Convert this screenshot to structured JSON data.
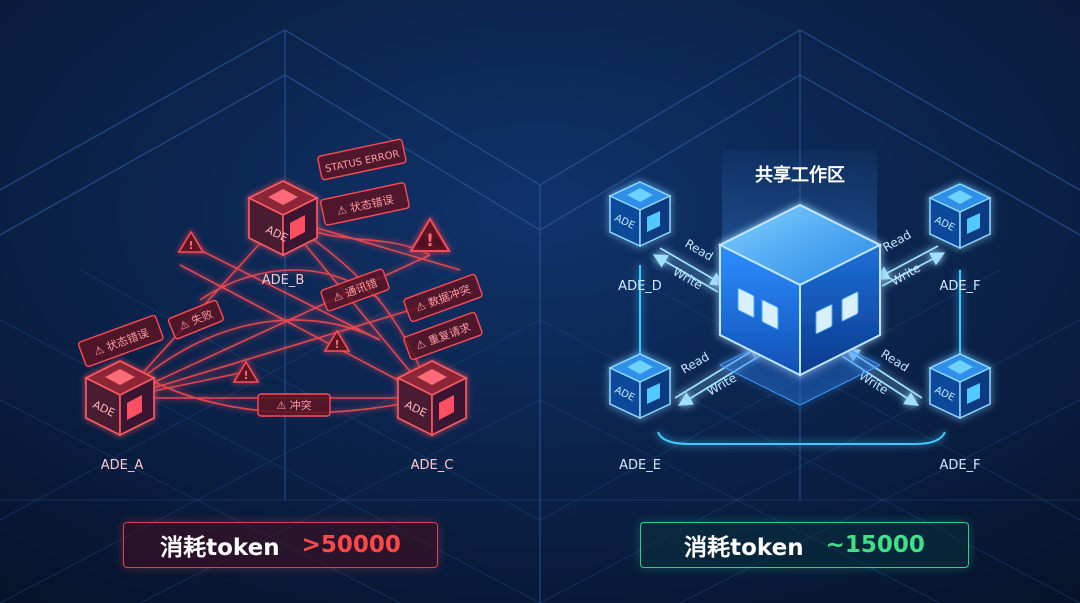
{
  "colors": {
    "background": "#081a3a",
    "conflict_red": "#ff4a52",
    "shared_blue": "#3fb8ff",
    "token_red": "#ff4a4a",
    "token_green": "#3fe08a"
  },
  "left_panel": {
    "nodes": [
      {
        "id": "a",
        "cube_text": "ADE",
        "label": "ADE_A"
      },
      {
        "id": "b",
        "cube_text": "ADE",
        "label": "ADE_B"
      },
      {
        "id": "c",
        "cube_text": "ADE",
        "label": "ADE_C"
      }
    ],
    "error_tags": [
      {
        "id": "status_error",
        "text": "STATUS ERROR"
      },
      {
        "id": "tag1",
        "text": "⚠ 状态错误"
      },
      {
        "id": "tag2",
        "text": "⚠ 状态错误"
      },
      {
        "id": "tag3",
        "text": "⚠ 失败"
      },
      {
        "id": "tag4",
        "text": "⚠ 通讯错"
      },
      {
        "id": "tag5",
        "text": "⚠ 数据冲突"
      },
      {
        "id": "tag6",
        "text": "⚠ 重复请求"
      },
      {
        "id": "tag7",
        "text": "⚠ 冲突"
      }
    ],
    "token": {
      "label": "消耗token",
      "value": ">50000"
    }
  },
  "right_panel": {
    "workspace_label": "共享工作区",
    "nodes": [
      {
        "id": "d",
        "cube_text": "ADE",
        "label": "ADE_D"
      },
      {
        "id": "e",
        "cube_text": "ADE",
        "label": "ADE_E"
      },
      {
        "id": "f_top",
        "cube_text": "ADE",
        "label": "ADE_F"
      },
      {
        "id": "f_bottom",
        "cube_text": "ADE",
        "label": "ADE_F"
      }
    ],
    "links": {
      "read": "Read",
      "write": "Write"
    },
    "token": {
      "label": "消耗token",
      "value": "~15000"
    }
  }
}
